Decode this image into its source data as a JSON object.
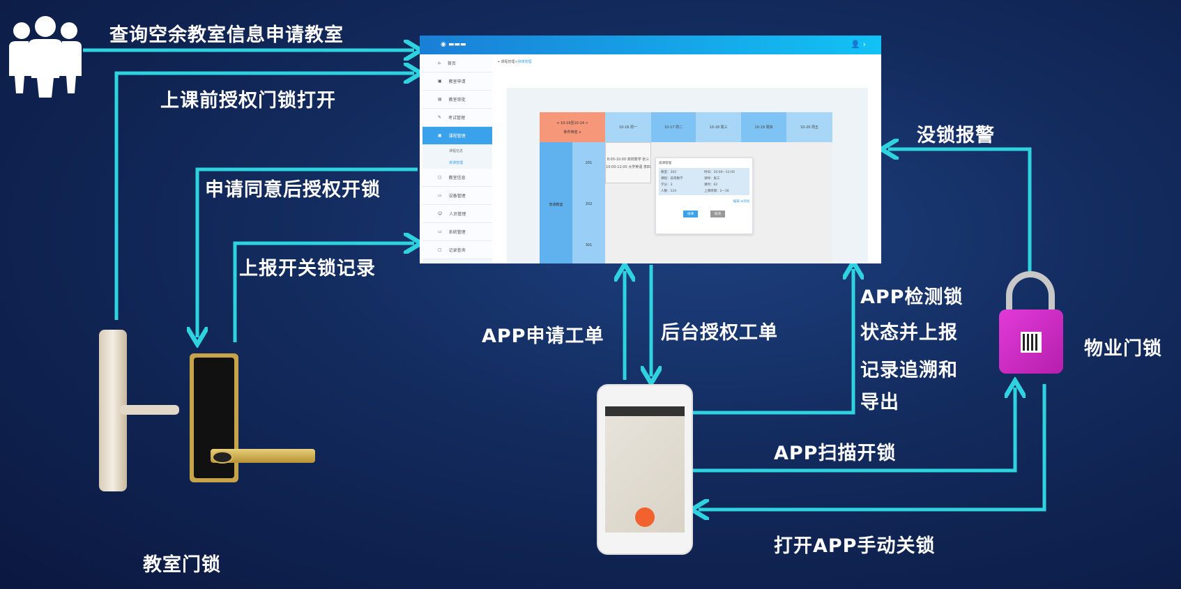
{
  "labels": {
    "query": "查询空余教室信息申请教室",
    "pre_class": "上课前授权门锁打开",
    "approve": "申请同意后授权开锁",
    "report": "上报开关锁记录",
    "app_apply": "APP申请工单",
    "backend": "后台授权工单",
    "detect1": "APP检测锁",
    "detect2": "状态并上报",
    "detect3": "记录追溯和",
    "detect4": "导出",
    "alarm": "没锁报警",
    "property_lock": "物业门锁",
    "scan": "APP扫描开锁",
    "manual_close": "打开APP手动关锁",
    "classroom_lock": "教室门锁"
  },
  "screenshot": {
    "breadcrumb_parent": "课程管理>",
    "breadcrumb_current": "排课管理",
    "sidebar": [
      "首页",
      "教室申请",
      "教室审批",
      "考试管理",
      "课程管理",
      "课程信息",
      "排课管理",
      "教室信息",
      "设备管理",
      "人员管理",
      "系统管理",
      "记录查询"
    ],
    "week_range": "< 10-16至10-14 >",
    "filter": "条件筛选 ∨",
    "days": [
      "10-16 周一",
      "10-17 周二",
      "10-18 周三",
      "10-19 周四",
      "10-20 周五"
    ],
    "room_type": "普通教室",
    "rooms": [
      "201",
      "202",
      "301"
    ],
    "slot1": "8:00-10:00 高校数学 张三",
    "slot2": "10:00-12:00 大学英语 李四",
    "popup": {
      "title": "排课管理",
      "room": "教室：302",
      "time": "时间：10:00—12:00",
      "course": "课程：高等数学",
      "teacher": "讲师：张三",
      "credit": "学分：3",
      "hours": "课时：62",
      "people": "人数：124",
      "period": "上课周期：2—16",
      "edit": "编辑",
      "add": "添加",
      "ok": "排课",
      "cancel": "取消"
    }
  },
  "colors": {
    "arrow": "#2fd3e0",
    "accent": "#3aa2ea"
  }
}
